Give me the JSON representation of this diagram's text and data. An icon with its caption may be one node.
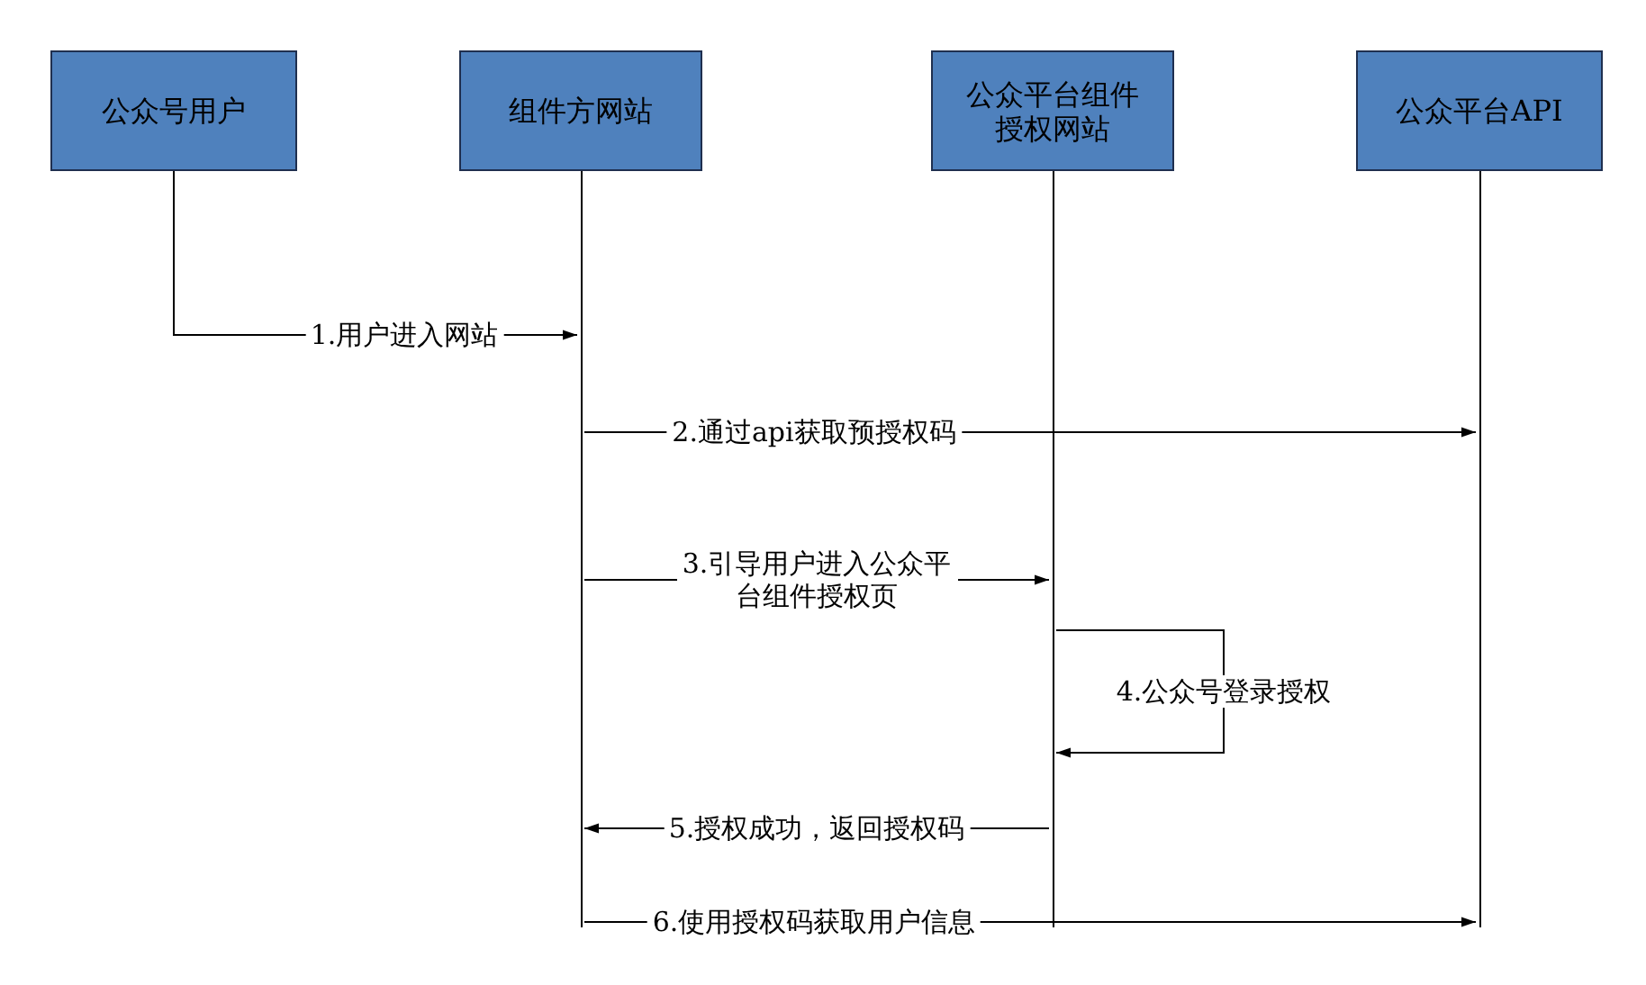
{
  "diagram": {
    "nodes": [
      {
        "text": [
          "公众号用户"
        ]
      },
      {
        "text": [
          "组件方网站"
        ]
      },
      {
        "text": [
          "公众平台组件授权网站"
        ]
      },
      {
        "text": [
          "公众平台API"
        ]
      },
      {
        "text": [],
        "shape": "line"
      },
      {
        "text": [],
        "shape": "line"
      },
      {
        "text": [],
        "shape": "line"
      }
    ],
    "edges": [
      {
        "from": 0,
        "to": 4,
        "arrow": "to",
        "label": "1.用户进入网站"
      },
      {
        "from": 4,
        "to": 6,
        "arrow": "to",
        "label": "2.通过api获取预授权码"
      },
      {
        "from": 4,
        "to": 5,
        "arrow": "to",
        "label": "3.引导用户进入公众平台组件授权页"
      },
      {
        "from": 5,
        "to": 5,
        "arrow": "to",
        "label": "4.公众号登录授权"
      },
      {
        "from": 5,
        "to": 4,
        "arrow": "to",
        "label": "5.授权成功，返回授权码"
      },
      {
        "from": 4,
        "to": 6,
        "arrow": "to",
        "label": "6.使用授权码获取用户信息"
      }
    ]
  }
}
